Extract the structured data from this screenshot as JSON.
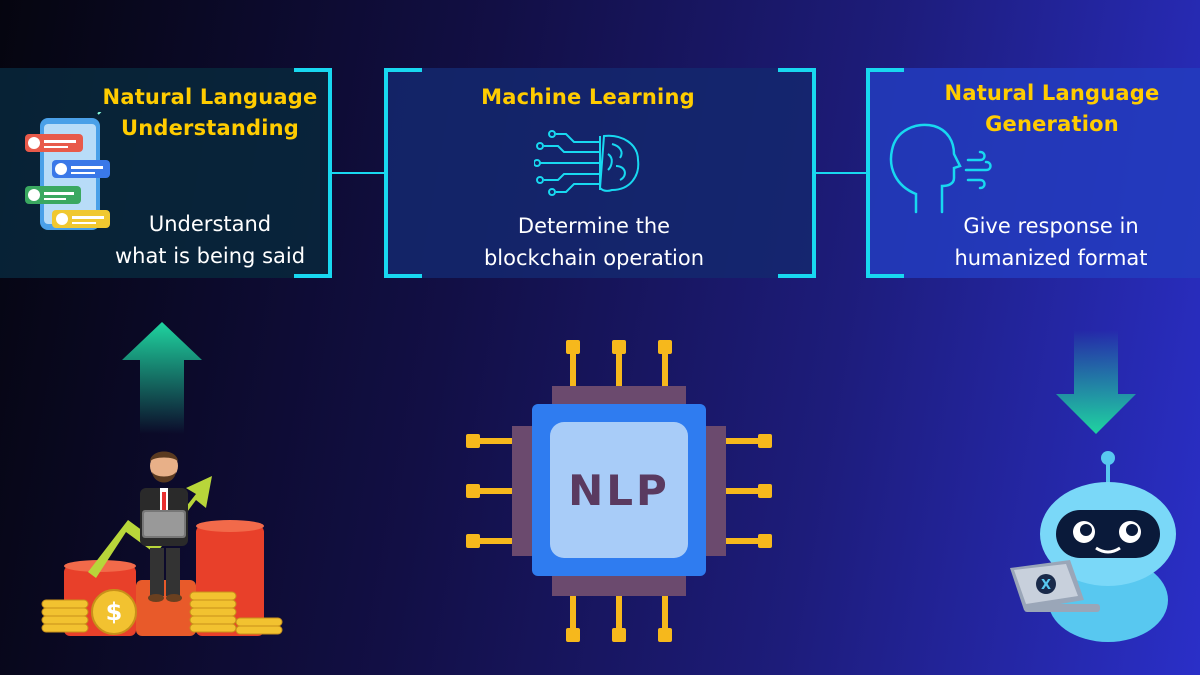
{
  "stages": [
    {
      "title_line1": "Natural Language",
      "title_line2": "Understanding",
      "desc_line1": "Understand",
      "desc_line2": "what is being said",
      "icon": "chat-bubbles-phone-icon"
    },
    {
      "title_line1": "Machine Learning",
      "title_line2": "",
      "desc_line1": "Determine the",
      "desc_line2": "blockchain operation",
      "icon": "circuit-brain-icon"
    },
    {
      "title_line1": "Natural Language",
      "title_line2": "Generation",
      "desc_line1": "Give response in",
      "desc_line2": "humanized format",
      "icon": "speaking-head-icon"
    }
  ],
  "chip": {
    "label": "NLP"
  },
  "colors": {
    "title": "#ffcc00",
    "accent": "#18d8f0",
    "text": "#ffffff",
    "chip_blue": "#2f7cf0",
    "pin": "#f6b81c"
  }
}
